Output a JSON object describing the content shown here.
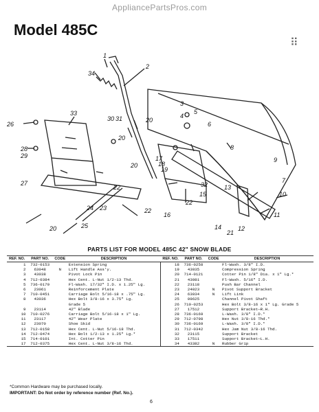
{
  "site": "AppliancePartsPros.com",
  "title": "Model 485C",
  "diagram": {
    "callouts": [
      "1",
      "2",
      "3",
      "4",
      "5",
      "6",
      "7",
      "8",
      "9",
      "10",
      "11",
      "12",
      "13",
      "14",
      "15",
      "16",
      "17",
      "18",
      "19",
      "20",
      "20",
      "20",
      "20",
      "21",
      "22",
      "22",
      "22",
      "23",
      "24",
      "25",
      "26",
      "27",
      "28",
      "29",
      "30",
      "31",
      "32",
      "33",
      "34"
    ]
  },
  "table": {
    "title": "PARTS LIST FOR MODEL 485C 42\" SNOW BLADE",
    "headers": [
      "REF. NO.",
      "PART NO.",
      "CODE",
      "DESCRIPTION"
    ],
    "left": [
      {
        "ref": "1",
        "part": "732-0153",
        "code": "",
        "desc": "Extension Spring"
      },
      {
        "ref": "2",
        "part": "63048",
        "code": "N",
        "desc": "Lift Handle Ass'y."
      },
      {
        "ref": "3",
        "part": "43038",
        "code": "",
        "desc": "Pivot Lock Pin"
      },
      {
        "ref": "4",
        "part": "712-0384",
        "code": "",
        "desc": "Hex Cent. L-Nut 1/2-13 Thd."
      },
      {
        "ref": "5",
        "part": "736-0179",
        "code": "",
        "desc": "Fl-Wash. 17/32\" I.D. x 1.25\" Lg."
      },
      {
        "ref": "6",
        "part": "23061",
        "code": "",
        "desc": "Reinforcement Plate"
      },
      {
        "ref": "7",
        "part": "710-0451",
        "code": "",
        "desc": "Carriage Bolt 5/16-18 x .75\" Lg."
      },
      {
        "ref": "8",
        "part": "43036",
        "code": "",
        "desc": "Hex Bolt 3/8-16 x 3.75\" Lg."
      },
      {
        "ref": "",
        "part": "",
        "code": "",
        "desc": "Grade 5"
      },
      {
        "ref": "9",
        "part": "23114",
        "code": "",
        "desc": "42\" Blade"
      },
      {
        "ref": "10",
        "part": "710-0276",
        "code": "",
        "desc": "Carriage Bolt 5/16-18 x 1\" Lg."
      },
      {
        "ref": "11",
        "part": "23117",
        "code": "",
        "desc": "42\" Wear Plate"
      },
      {
        "ref": "12",
        "part": "23070",
        "code": "",
        "desc": "Shoe Skid"
      },
      {
        "ref": "13",
        "part": "712-0158",
        "code": "",
        "desc": "Hex Cent. L-Nut 5/16-18 Thd."
      },
      {
        "ref": "14",
        "part": "712-0474",
        "code": "",
        "desc": "Hex Bolt 1/2-13 x 1.25\" Lg.*"
      },
      {
        "ref": "15",
        "part": "714-0101",
        "code": "",
        "desc": "Int. Cotter Pin"
      },
      {
        "ref": "17",
        "part": "712-0375",
        "code": "",
        "desc": "Hex Cent. L-Nut 3/8-16 Thd."
      }
    ],
    "right": [
      {
        "ref": "18",
        "part": "736-0258",
        "code": "",
        "desc": "Fl-Wash. 3/8\" I.D."
      },
      {
        "ref": "19",
        "part": "43035",
        "code": "",
        "desc": "Compression Spring"
      },
      {
        "ref": "20",
        "part": "714-0121",
        "code": "",
        "desc": "Cotter Pin 1/8\" Dia. x 1\" Lg.*"
      },
      {
        "ref": "21",
        "part": "43081",
        "code": "",
        "desc": "Fl-Wash. 5/16\" I.D."
      },
      {
        "ref": "22",
        "part": "23118",
        "code": "",
        "desc": "Push Bar Channel"
      },
      {
        "ref": "23",
        "part": "24023",
        "code": "N",
        "desc": "Pivot Support Bracket"
      },
      {
        "ref": "24",
        "part": "63034",
        "code": "N",
        "desc": "Lift Link"
      },
      {
        "ref": "25",
        "part": "09625",
        "code": "",
        "desc": "Channel Pivot Shaft"
      },
      {
        "ref": "26",
        "part": "710-0253",
        "code": "",
        "desc": "Hex Bolt 3/8-16 x 1\" Lg. Grade 5"
      },
      {
        "ref": "27",
        "part": "17512",
        "code": "",
        "desc": "Support Bracket—R.H."
      },
      {
        "ref": "28",
        "part": "736-0169",
        "code": "",
        "desc": "L-Wash. 3/8\" I.D.*"
      },
      {
        "ref": "29",
        "part": "712-0798",
        "code": "",
        "desc": "Hex Nut 3/8-16 Thd.*"
      },
      {
        "ref": "30",
        "part": "736-0169",
        "code": "",
        "desc": "L-Wash. 3/8\" I.D.*"
      },
      {
        "ref": "31",
        "part": "712-0342",
        "code": "",
        "desc": "Hex Jam Nut 3/8-16 Thd."
      },
      {
        "ref": "32",
        "part": "23115",
        "code": "",
        "desc": "Support Bracket"
      },
      {
        "ref": "33",
        "part": "17511",
        "code": "",
        "desc": "Support Bracket—L.H."
      },
      {
        "ref": "34",
        "part": "43382",
        "code": "N",
        "desc": "Rubber Grip"
      }
    ]
  },
  "footnote1": "*Common Hardware may be purchased locally.",
  "footnote2": "IMPORTANT: Do Not order by reference number (Ref. No.).",
  "page_number": "6"
}
